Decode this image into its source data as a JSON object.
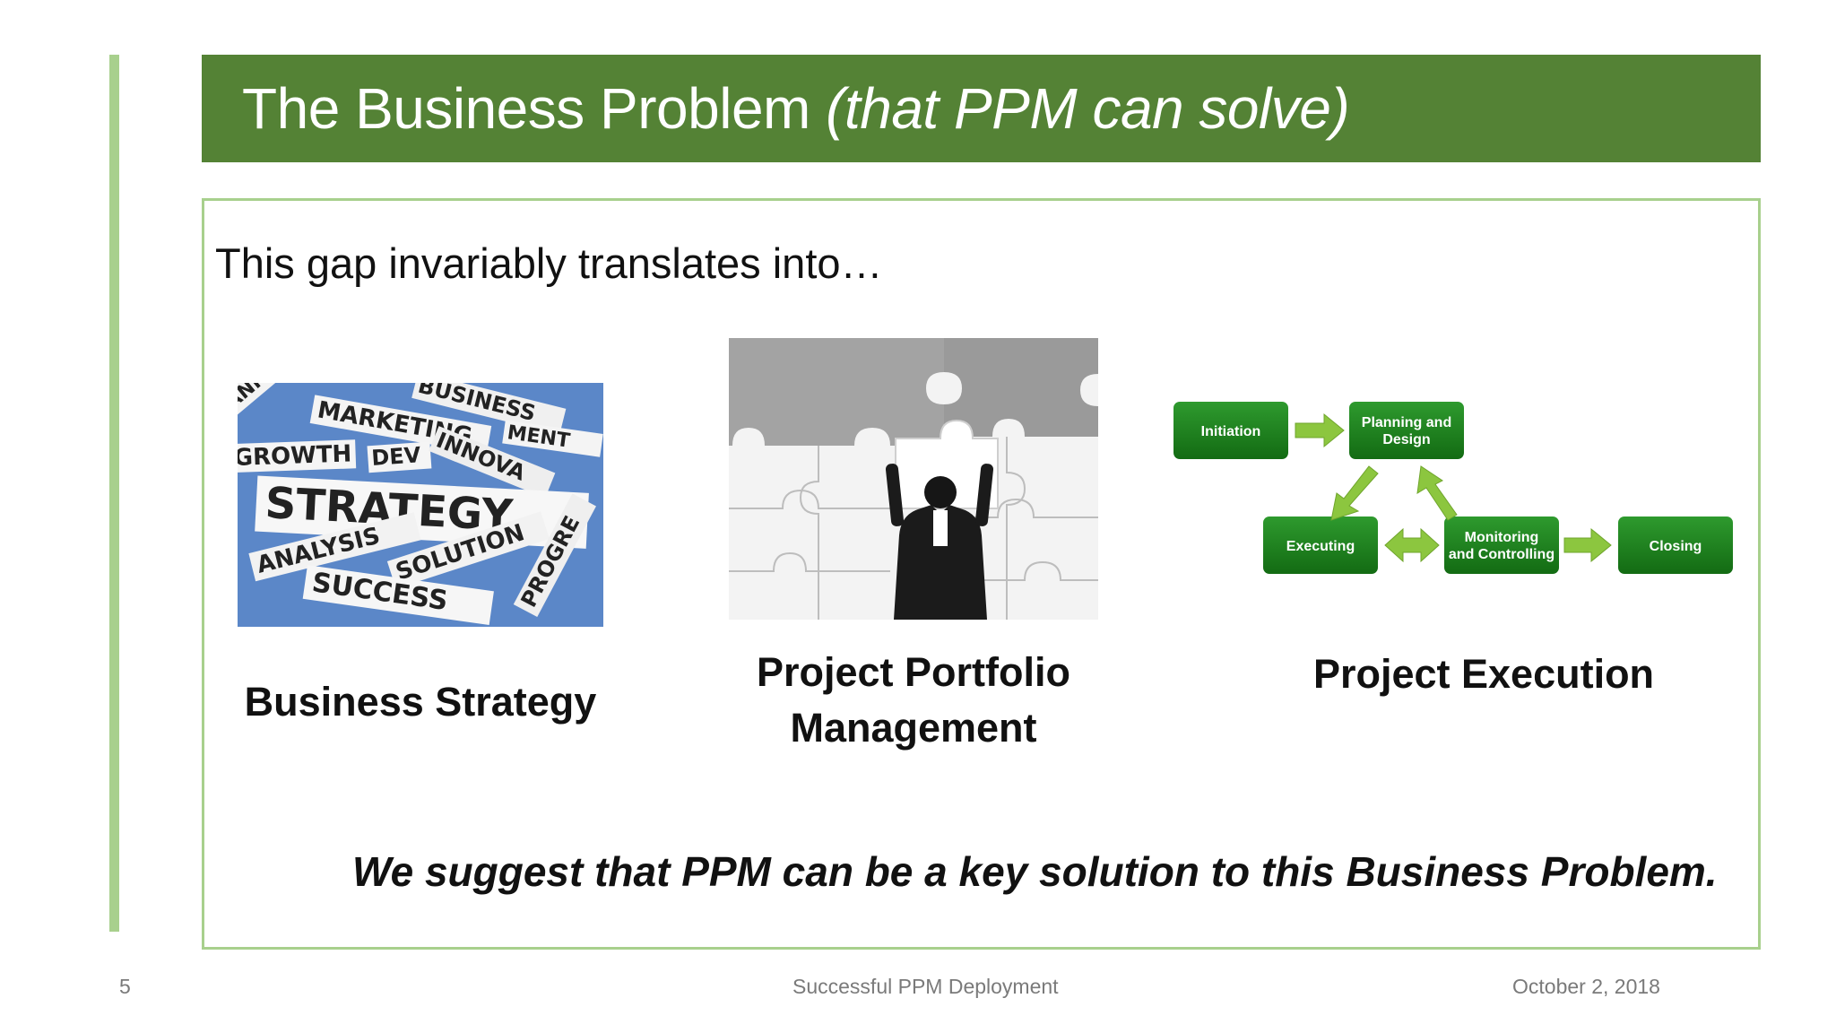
{
  "slide": {
    "title_main": "The Business Problem ",
    "title_emphasis": "(that PPM can solve)",
    "intro": "This gap invariably translates into…",
    "suggestion": "We suggest that PPM can be a key solution to this Business Problem."
  },
  "sections": {
    "strategy": {
      "caption": "Business Strategy",
      "words": [
        "ANNING",
        "MARKETING",
        "BUSINESS",
        "GROWTH",
        "DEV",
        "INNOVA",
        "MENT",
        "STRATEGY",
        "ANALYSIS",
        "SOLUTION",
        "PROGRE",
        "SUCCESS"
      ]
    },
    "ppm": {
      "caption_line1": "Project Portfolio",
      "caption_line2": "Management"
    },
    "execution": {
      "caption": "Project Execution",
      "steps": {
        "initiation": "Initiation",
        "planning_1": "Planning and",
        "planning_2": "Design",
        "executing": "Executing",
        "monitoring_1": "Monitoring",
        "monitoring_2": "and Controlling",
        "closing": "Closing"
      }
    }
  },
  "footer": {
    "page_number": "5",
    "center_text": "Successful PPM Deployment",
    "date": "October 2, 2018"
  },
  "colors": {
    "title_bar": "#548235",
    "accent_light": "#a8d08d",
    "flow_box": "#1e7a1e",
    "flow_arrow": "#8cc63f"
  }
}
